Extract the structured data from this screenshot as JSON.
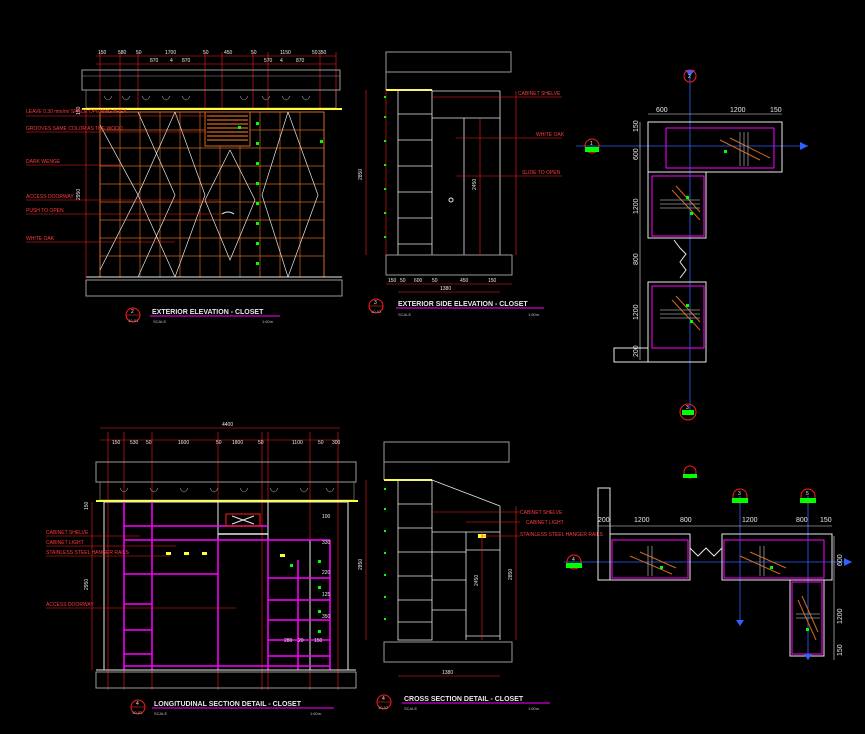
{
  "view1": {
    "title": "EXTERIOR ELEVATION - CLOSET",
    "num": "2",
    "ref": "10-01",
    "scale_label": "SCALE",
    "scale": "1:60m",
    "top_dims": [
      "150",
      "580",
      "50",
      "1700",
      "50",
      "450",
      "50",
      "1150",
      "50",
      "350"
    ],
    "sub_dims": [
      "870",
      "4",
      "870",
      "570",
      "4",
      "870"
    ],
    "left_dims": [
      "150",
      "2950"
    ],
    "labels": [
      "LEAVE 0.30 mm/m/ SPACE OPENING AREA",
      "GROOVES SAME COLOR AS THE WOOD",
      "DARK WENGE",
      "ACCESS DOORWAY",
      "PUSH TO OPEN",
      "WHITE OAK"
    ]
  },
  "view2": {
    "title": "EXTERIOR SIDE ELEVATION - CLOSET",
    "num": "3",
    "ref": "10-01",
    "scale_label": "SCALE",
    "scale": "1:60m.",
    "bottom_dims": [
      "150",
      "50",
      "600",
      "50",
      "450",
      "150"
    ],
    "bottom_total": "1380",
    "height_dims": [
      "2850",
      "2450"
    ],
    "labels": [
      "CABINET SHELVE",
      "WHITE OAK",
      "SLIDE TO OPEN"
    ]
  },
  "view3": {
    "dims_top": [
      "600",
      "1200",
      "150"
    ],
    "dims_side": [
      "150",
      "600",
      "1200",
      "800",
      "1200",
      "200"
    ],
    "bubbles": [
      "1",
      "2",
      "3"
    ]
  },
  "view4": {
    "title": "LONGITUDINAL SECTION DETAIL - CLOSET",
    "num": "4",
    "ref": "10-02",
    "scale_label": "SCALE",
    "scale": "1:60m.",
    "top_total": "4400",
    "top_dims": [
      "150",
      "530",
      "50",
      "1600",
      "50",
      "1800",
      "50",
      "1100",
      "50",
      "300"
    ],
    "left_dims": [
      "150",
      "2950"
    ],
    "labels": [
      "CABINET SHELVE",
      "CABINET LIGHT",
      "STAINLESS STEEL HANGER RAILS",
      "ACCESS DOORWAY"
    ],
    "inner_dims": [
      "100",
      "330",
      "220",
      "125",
      "350",
      "280",
      "20",
      "150"
    ]
  },
  "view5": {
    "title": "CROSS SECTION DETAIL - CLOSET",
    "num": "4",
    "ref": "10-02",
    "scale_label": "SCALE",
    "scale": "1:60m.",
    "bottom_total": "1380",
    "height_dims": [
      "2850",
      "2450",
      "2850"
    ],
    "labels": [
      "CABINET SHELVE",
      "CABINET LIGHT",
      "STAINLESS STEEL HANGER RAILS"
    ]
  },
  "view6": {
    "dims_top": [
      "200",
      "1200",
      "800",
      "1200",
      "800",
      "150"
    ],
    "dims_side": [
      "600",
      "1200",
      "150"
    ],
    "bubbles": [
      "4",
      "3",
      "5"
    ]
  },
  "colors": {
    "background": "#000000",
    "white": "#e8e8e8",
    "red": "#ff1c1c",
    "orange": "#d2691e",
    "magenta": "#ff00ff",
    "green": "#00ff00",
    "yellow": "#ffff33",
    "gray": "#9a9a9a",
    "blue": "#3060ff"
  }
}
